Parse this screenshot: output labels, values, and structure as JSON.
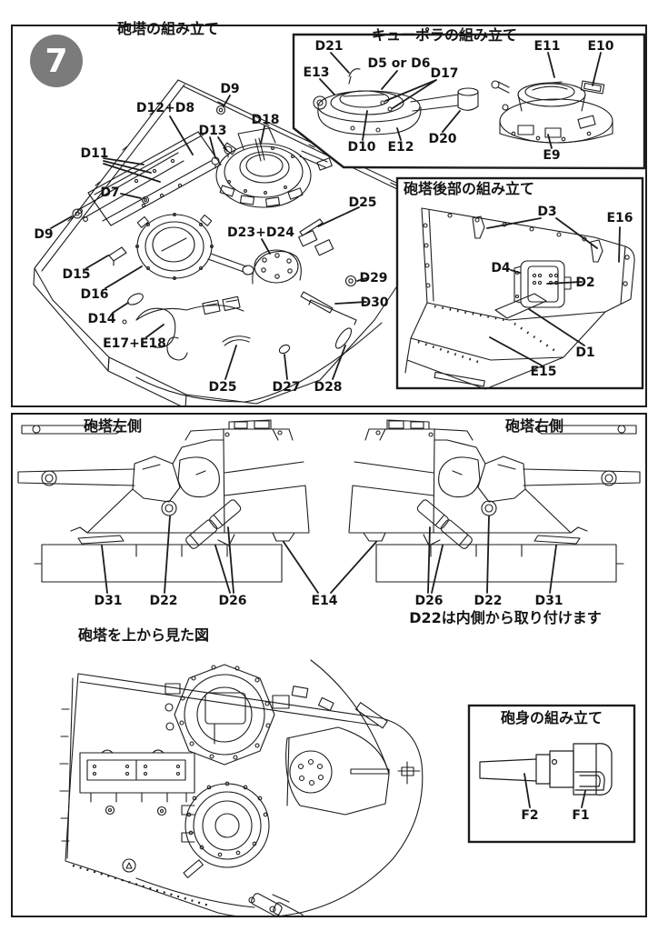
{
  "colors": {
    "line": "#1c1c1c",
    "step_circle": "#7b7b7b",
    "paper": "#ffffff"
  },
  "step": {
    "number": "7"
  },
  "turret_assembly": {
    "title": "砲塔の組み立て",
    "labels": {
      "d9_top": "D9",
      "d12_d8": "D12+D8",
      "d18": "D18",
      "d13": "D13",
      "d11": "D11",
      "d7": "D7",
      "d9_left": "D9",
      "d15": "D15",
      "d16": "D16",
      "d14": "D14",
      "e17_e18": "E17+E18",
      "d25_left": "D25",
      "d27": "D27",
      "d28": "D28",
      "d23_d24": "D23+D24",
      "d25_right": "D25",
      "d29": "D29",
      "d30": "D30"
    }
  },
  "cupola_assembly": {
    "title": "キューポラの組み立て",
    "labels": {
      "d21": "D21",
      "e13": "E13",
      "d5_or_d6": "D5 or D6",
      "d17": "D17",
      "d10": "D10",
      "e12": "E12",
      "d20": "D20",
      "e11": "E11",
      "e10": "E10",
      "e9": "E9"
    }
  },
  "turret_rear_assembly": {
    "title": "砲塔後部の組み立て",
    "labels": {
      "d3": "D3",
      "e16": "E16",
      "d4": "D4",
      "d2": "D2",
      "d1": "D1",
      "e15": "E15"
    }
  },
  "side_views": {
    "left_title": "砲塔左側",
    "right_title": "砲塔右側",
    "labels": {
      "d31_left": "D31",
      "d22_left": "D22",
      "d26_left": "D26",
      "e14": "E14",
      "d26_right": "D26",
      "d22_right": "D22",
      "d31_right": "D31"
    },
    "note": "D22は内側から取り付けます"
  },
  "top_view": {
    "title": "砲塔を上から見た図"
  },
  "barrel_assembly": {
    "title": "砲身の組み立て",
    "labels": {
      "f2": "F2",
      "f1": "F1"
    }
  }
}
